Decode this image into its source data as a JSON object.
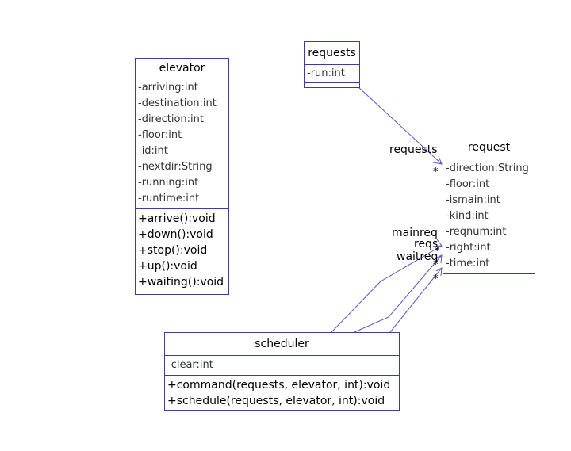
{
  "classes": {
    "elevator": {
      "name": "elevator",
      "attributes": [
        "-arriving:int",
        "-destination:int",
        "-direction:int",
        "-floor:int",
        "-id:int",
        "-nextdir:String",
        "-running:int",
        "-runtime:int"
      ],
      "operations": [
        "+arrive():void",
        "+down():void",
        "+stop():void",
        "+up():void",
        "+waiting():void"
      ]
    },
    "requests": {
      "name": "requests",
      "attributes": [
        "-run:int"
      ],
      "operations": []
    },
    "request": {
      "name": "request",
      "attributes": [
        "-direction:String",
        "-floor:int",
        "-ismain:int",
        "-kind:int",
        "-reqnum:int",
        "-right:int",
        "-time:int"
      ],
      "operations": []
    },
    "scheduler": {
      "name": "scheduler",
      "attributes": [
        "-clear:int"
      ],
      "operations": [
        "+command(requests, elevator, int):void",
        "+schedule(requests, elevator, int):void"
      ]
    }
  },
  "associations": {
    "requests_role": "requests",
    "mainreq_role": "mainreq",
    "reqs_role": "reqs",
    "waitreq_role": "waitreq",
    "multiplicity": "*"
  },
  "colors": {
    "line": "#5555cc",
    "border": "#3d3d99"
  }
}
